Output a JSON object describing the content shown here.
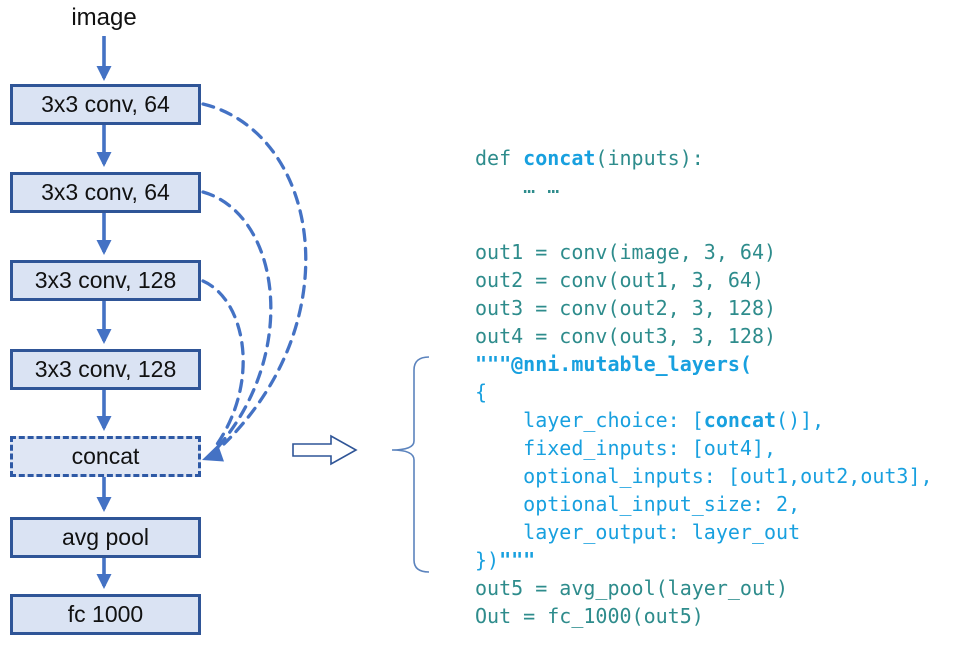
{
  "diagram": {
    "input_label": "image",
    "boxes": [
      {
        "id": "conv1",
        "label": "3x3 conv, 64",
        "style": "solid"
      },
      {
        "id": "conv2",
        "label": "3x3 conv, 64",
        "style": "solid"
      },
      {
        "id": "conv3",
        "label": "3x3 conv, 128",
        "style": "solid"
      },
      {
        "id": "conv4",
        "label": "3x3 conv, 128",
        "style": "solid"
      },
      {
        "id": "concat",
        "label": "concat",
        "style": "dashed"
      },
      {
        "id": "avgpool",
        "label": "avg pool",
        "style": "solid"
      },
      {
        "id": "fc",
        "label": "fc 1000",
        "style": "solid"
      }
    ],
    "icons": {
      "transform_arrow": "hollow-right-arrow",
      "grouping_brace": "left-curly-brace",
      "skip_connections": "dashed-curved-arrows-into-concat"
    },
    "colors": {
      "accent": "#4472c4",
      "box_border": "#2f5597",
      "box_border_dashed": "#2e59a5",
      "box_fill": "#dae3f3"
    }
  },
  "code": {
    "text_colors": {
      "teal": "#2e8c8c",
      "blue": "#18a0df"
    },
    "lines": [
      {
        "segments": [
          {
            "style": "teal",
            "text": "def "
          },
          {
            "style": "blue-bold",
            "text": "concat"
          },
          {
            "style": "teal",
            "text": "(inputs):"
          }
        ]
      },
      {
        "segments": [
          {
            "style": "teal",
            "text": "    … …"
          }
        ]
      },
      {
        "gap_before": true,
        "segments": [
          {
            "style": "teal",
            "text": "out1 = conv(image, 3, 64)"
          }
        ]
      },
      {
        "segments": [
          {
            "style": "teal",
            "text": "out2 = conv(out1, 3, 64)"
          }
        ]
      },
      {
        "segments": [
          {
            "style": "teal",
            "text": "out3 = conv(out2, 3, 128)"
          }
        ]
      },
      {
        "segments": [
          {
            "style": "teal",
            "text": "out4 = conv(out3, 3, 128)"
          }
        ]
      },
      {
        "segments": [
          {
            "style": "blue-bold",
            "text": "\"\"\"@nni.mutable_layers("
          }
        ]
      },
      {
        "segments": [
          {
            "style": "blue",
            "text": "{"
          }
        ]
      },
      {
        "segments": [
          {
            "style": "blue",
            "text": "    layer_choice: ["
          },
          {
            "style": "blue-bold",
            "text": "concat"
          },
          {
            "style": "blue",
            "text": "()],"
          }
        ]
      },
      {
        "segments": [
          {
            "style": "blue",
            "text": "    fixed_inputs: [out4],"
          }
        ]
      },
      {
        "segments": [
          {
            "style": "blue",
            "text": "    optional_inputs: [out1,out2,out3],"
          }
        ]
      },
      {
        "segments": [
          {
            "style": "blue",
            "text": "    optional_input_size: 2,"
          }
        ]
      },
      {
        "segments": [
          {
            "style": "blue",
            "text": "    layer_output: layer_out"
          }
        ]
      },
      {
        "segments": [
          {
            "style": "blue",
            "text": "})"
          },
          {
            "style": "blue-bold",
            "text": "\"\"\""
          }
        ]
      },
      {
        "segments": [
          {
            "style": "teal",
            "text": "out5 = avg_pool(layer_out)"
          }
        ]
      },
      {
        "segments": [
          {
            "style": "teal",
            "text": "Out = fc_1000(out5)"
          }
        ]
      }
    ]
  }
}
